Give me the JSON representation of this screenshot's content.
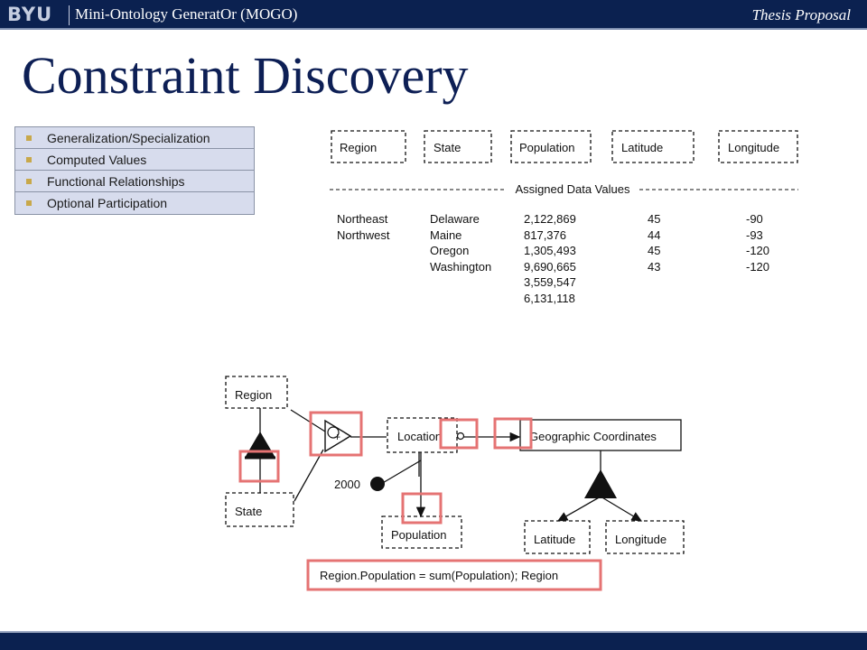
{
  "header": {
    "logo": "BYU",
    "app_title": "Mini-Ontology GeneratOr (MOGO)",
    "thesis_label": "Thesis Proposal"
  },
  "slide": {
    "title": "Constraint Discovery"
  },
  "bullets": [
    "Generalization/Specialization",
    "Computed Values",
    "Functional Relationships",
    "Optional Participation"
  ],
  "data_values": {
    "columns": [
      "Region",
      "State",
      "Population",
      "Latitude",
      "Longitude"
    ],
    "divider_label": "Assigned Data Values",
    "regions": [
      "Northeast",
      "Northwest"
    ],
    "states": [
      "Delaware",
      "Maine",
      "Oregon",
      "Washington"
    ],
    "populations": [
      "2,122,869",
      "817,376",
      "1,305,493",
      "9,690,665",
      "3,559,547",
      "6,131,118"
    ],
    "latitudes": [
      "45",
      "44",
      "45",
      "43"
    ],
    "longitudes": [
      "-90",
      "-93",
      "-120",
      "-120"
    ]
  },
  "diagram": {
    "nodes": {
      "region": "Region",
      "state": "State",
      "location": "Location",
      "geo": "Geographic Coordinates",
      "population": "Population",
      "latitude": "Latitude",
      "longitude": "Longitude"
    },
    "aggregation_symbol": "+",
    "year_label": "2000",
    "constraint": "Region.Population = sum(Population); Region"
  },
  "colors": {
    "header_bg": "#0b2150",
    "title_text": "#0d1f55",
    "bullet_bg": "#d7dced",
    "bullet_marker": "#c8a84a",
    "highlight": "#e57373"
  }
}
